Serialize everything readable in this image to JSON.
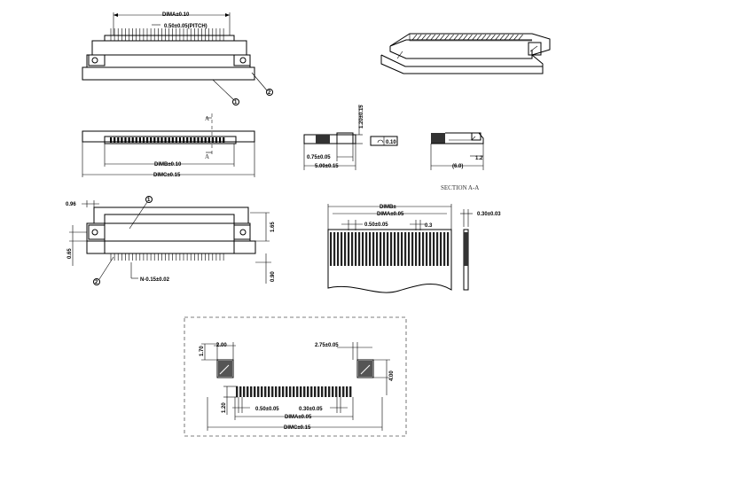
{
  "top_view": {
    "dim_a": "DIMA±0.10",
    "pitch": "0.50±0.05(PITCH)",
    "callout_1": "1",
    "callout_2": "2"
  },
  "front_view": {
    "section_mark_top": "A",
    "section_mark_bottom": "A",
    "dim_b": "DIMB±0.10",
    "dim_c": "DIMC±0.15"
  },
  "side_view": {
    "height": "1.20±0.15",
    "flatness": "0.10",
    "depth": "0.75±0.05",
    "width": "5.00±0.15"
  },
  "section_view": {
    "dim_1": "1.2",
    "dim_2": "(6.0)",
    "caption": "SECTION A-A"
  },
  "side_detail": {
    "dim_096": "0.96",
    "dim_165": "1.65",
    "dim_065": "0.65",
    "dim_090": "0.90",
    "pins": "N-0.15±0.02",
    "callout_1": "1",
    "callout_2": "2"
  },
  "fpc_view": {
    "dim_b": "DIMB±",
    "dim_a": "DIMA±0.05",
    "pitch": "0.50±0.05",
    "finger": "0.3",
    "thickness": "0.30±0.03"
  },
  "footprint": {
    "dim_170": "1.70",
    "dim_200": "2.00",
    "dim_275": "2.75±0.05",
    "dim_400": "4.00",
    "dim_120": "1.20",
    "pitch": "0.50±0.05",
    "pad_width": "0.30±0.05",
    "dim_a": "DIMA±0.05",
    "dim_c": "DIMC±0.15"
  }
}
